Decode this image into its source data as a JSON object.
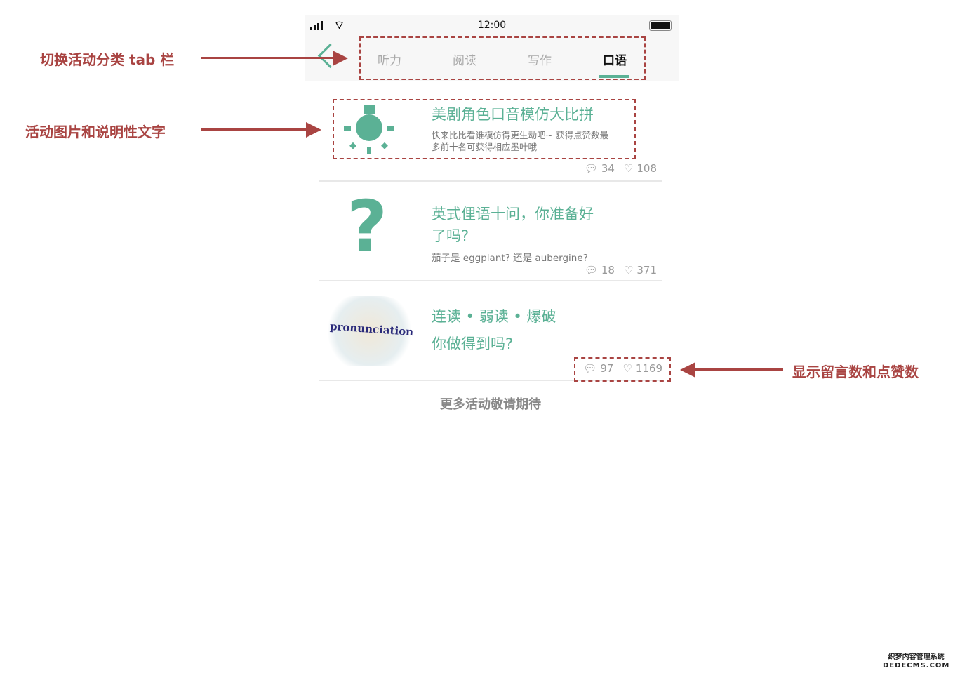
{
  "status_bar": {
    "time": "12:00"
  },
  "tabs": [
    {
      "label": "听力"
    },
    {
      "label": "阅读"
    },
    {
      "label": "写作"
    },
    {
      "label": "口语",
      "active": true
    }
  ],
  "activities": [
    {
      "icon": "lightbulb-icon",
      "title": "美剧角色口音模仿大比拼",
      "desc_lines": [
        "快来比比看谁模仿得更生动吧~ 获得点赞数最",
        "多前十名可获得相应墨叶哦"
      ],
      "comments": "34",
      "likes": "108"
    },
    {
      "icon": "question-mark-icon",
      "title_lines": [
        "英式俚语十问，你准备好",
        "了吗?"
      ],
      "desc": "茄子是 eggplant? 还是 aubergine?",
      "comments": "18",
      "likes": "371"
    },
    {
      "icon": "pronunciation-word-cloud",
      "image_text": "pronunciation",
      "title_lines": [
        "连读 • 弱读 • 爆破",
        "你做得到吗?"
      ],
      "comments": "97",
      "likes": "1169"
    }
  ],
  "footer": "更多活动敬请期待",
  "annotations": [
    "切换活动分类 tab 栏",
    "活动图片和说明性文字",
    "显示留言数和点赞数"
  ],
  "watermark": [
    "织梦内容管理系统",
    "DEDECMS.COM"
  ],
  "colors": {
    "accent": "#5bb195",
    "annotation": "#a94442"
  }
}
